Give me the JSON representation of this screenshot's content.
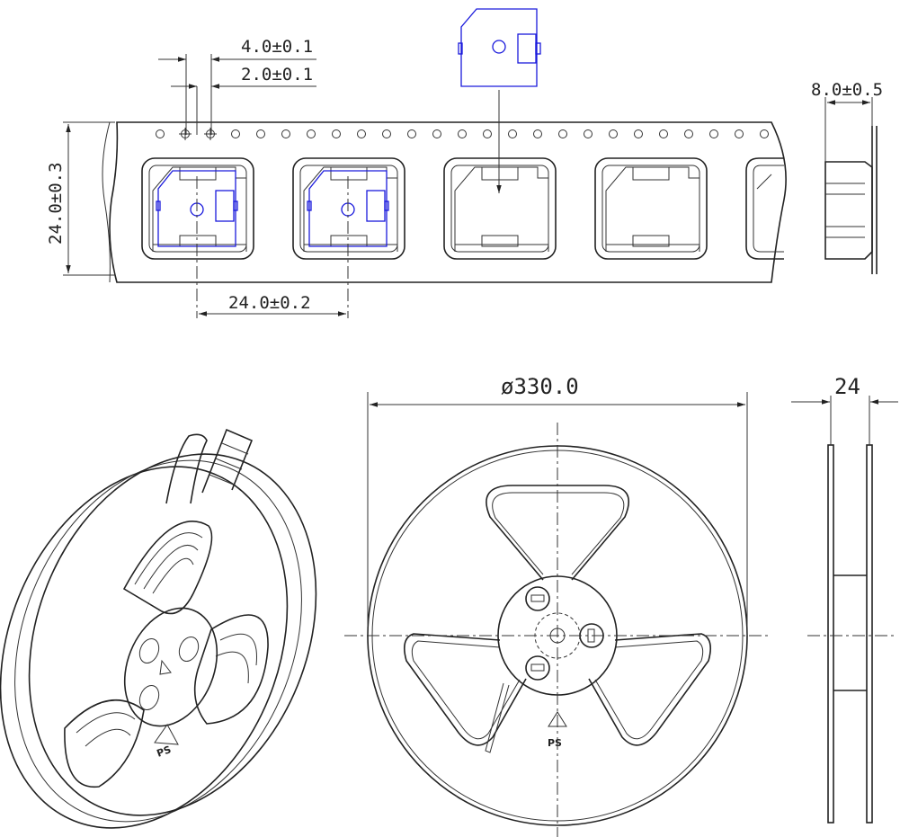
{
  "dimensions": {
    "pitch_sprocket": "4.0±0.1",
    "hole_offset": "2.0±0.1",
    "tape_width": "24.0±0.3",
    "pocket_pitch": "24.0±0.2",
    "tape_thickness": "8.0±0.5",
    "reel_diameter": "ø330.0",
    "reel_width": "24"
  },
  "reel_marking": "PS",
  "colors": {
    "line": "#222222",
    "component": "#1a1adc"
  }
}
